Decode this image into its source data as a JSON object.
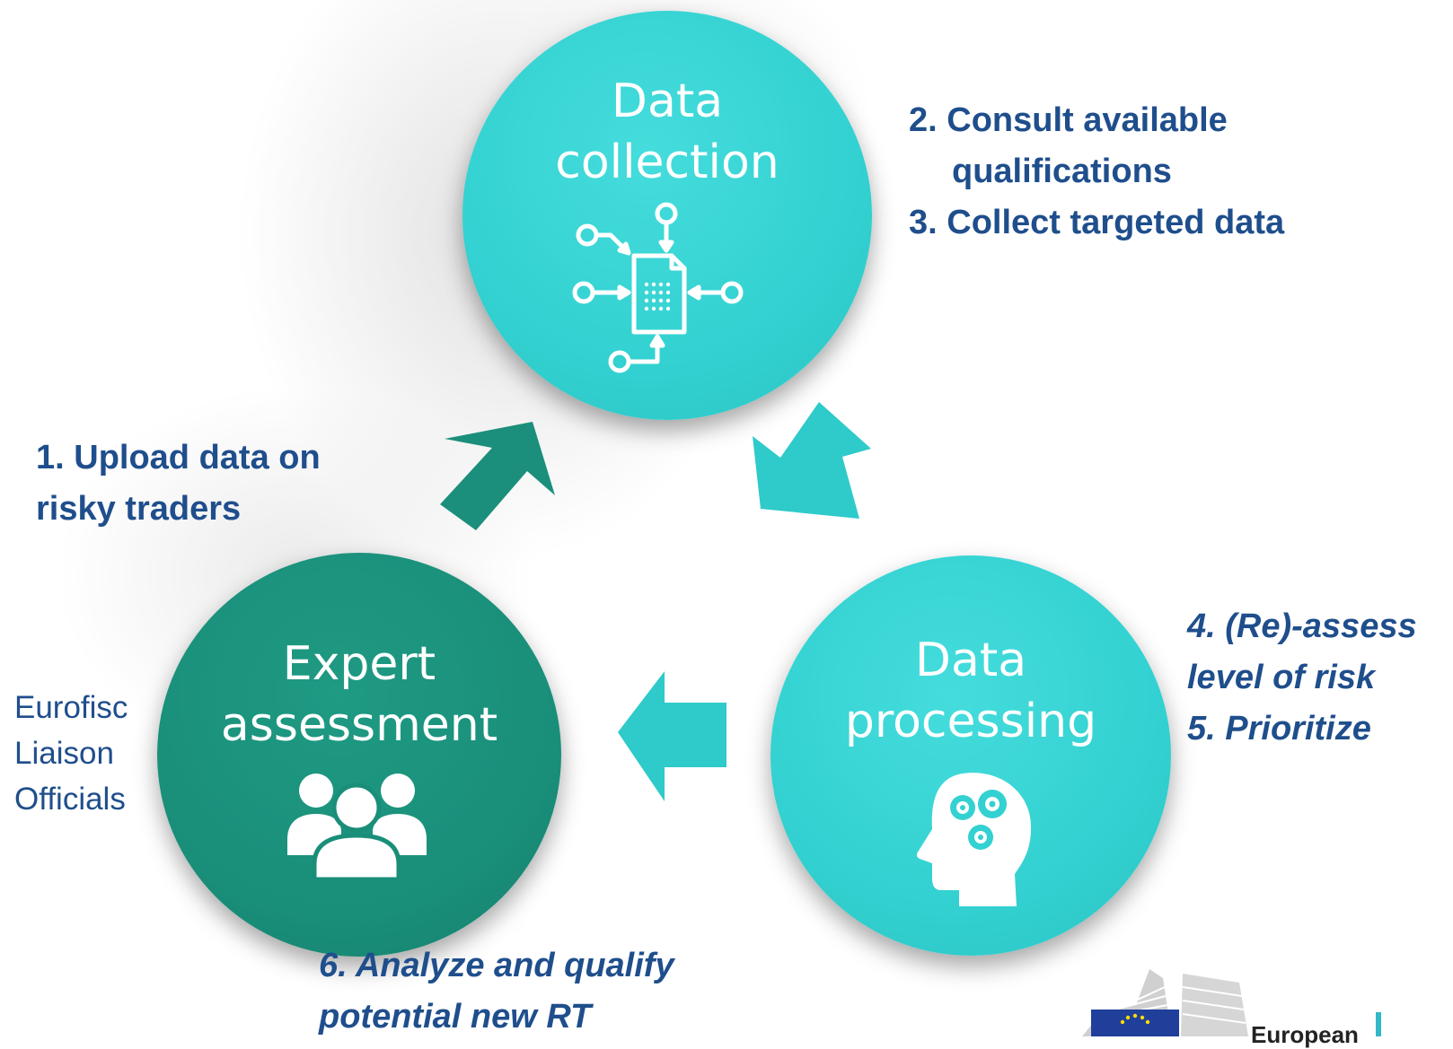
{
  "nodes": {
    "collection": {
      "title_lines": [
        "Data",
        "collection"
      ],
      "icon": "data-network-icon"
    },
    "processing": {
      "title_lines": [
        "Data",
        "processing"
      ],
      "icon": "brain-gears-icon"
    },
    "expert": {
      "title_lines": [
        "Expert",
        "assessment"
      ],
      "icon": "people-group-icon"
    }
  },
  "notes": {
    "collection": {
      "lines": [
        "2. Consult available",
        "qualifications",
        "3. Collect targeted data"
      ]
    },
    "upload": {
      "lines": [
        "1.  Upload data on",
        "risky traders"
      ]
    },
    "process": {
      "lines": [
        "4. (Re)-assess",
        "level of risk",
        "5. Prioritize"
      ]
    },
    "analyze": {
      "lines": [
        "6. Analyze and qualify",
        "potential new RT"
      ]
    },
    "officials": {
      "lines": [
        "Eurofisc",
        "Liaison",
        "Officials"
      ]
    }
  },
  "logo": {
    "text": "European",
    "icon": "eu-flag-icon"
  },
  "colors": {
    "teal": "#33d1d1",
    "dark_teal": "#198e79",
    "text_blue": "#1f4e8c",
    "white": "#ffffff"
  }
}
